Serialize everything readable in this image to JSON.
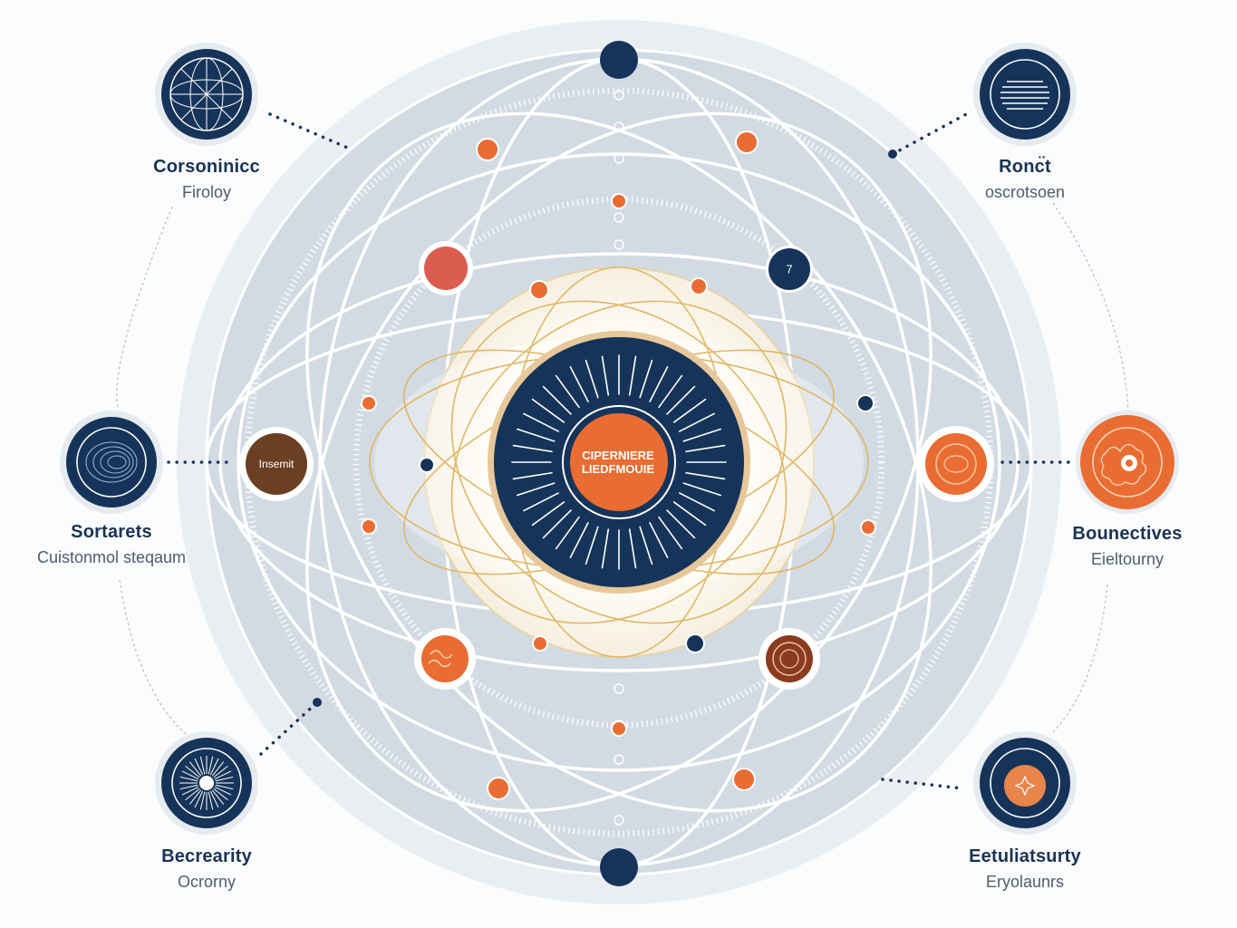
{
  "colors": {
    "navy": "#163459",
    "orange": "#e96d32",
    "gold": "#e0b766",
    "grey_ring": "#d4dbe3",
    "brown": "#6b3f22",
    "red": "#db5d4f"
  },
  "center": {
    "line1": "CIPERNIERE",
    "line2": "LIEDFMOUIE"
  },
  "inner_nodes": {
    "brown_label": "Insemit",
    "navy_number": "7"
  },
  "groups": [
    {
      "id": "top-left",
      "title": "Corsoninicc",
      "subtitle": "Firoloy",
      "icon": "wireframe-sphere-icon"
    },
    {
      "id": "top-right",
      "title": "Ronc̈t",
      "subtitle": "oscrotsoen",
      "icon": "striped-sphere-icon"
    },
    {
      "id": "mid-left",
      "title": "Sortarets",
      "subtitle": "Cuistonmol steqaum",
      "icon": "spiral-icon"
    },
    {
      "id": "mid-right",
      "title": "Bounectives",
      "subtitle": "Eieltourny",
      "icon": "organic-pattern-icon"
    },
    {
      "id": "bottom-left",
      "title": "Becrearity",
      "subtitle": "Ocrorny",
      "icon": "burst-icon"
    },
    {
      "id": "bottom-right",
      "title": "Eetuliatsurty",
      "subtitle": "Eryolaunrs",
      "icon": "star-icon"
    }
  ]
}
